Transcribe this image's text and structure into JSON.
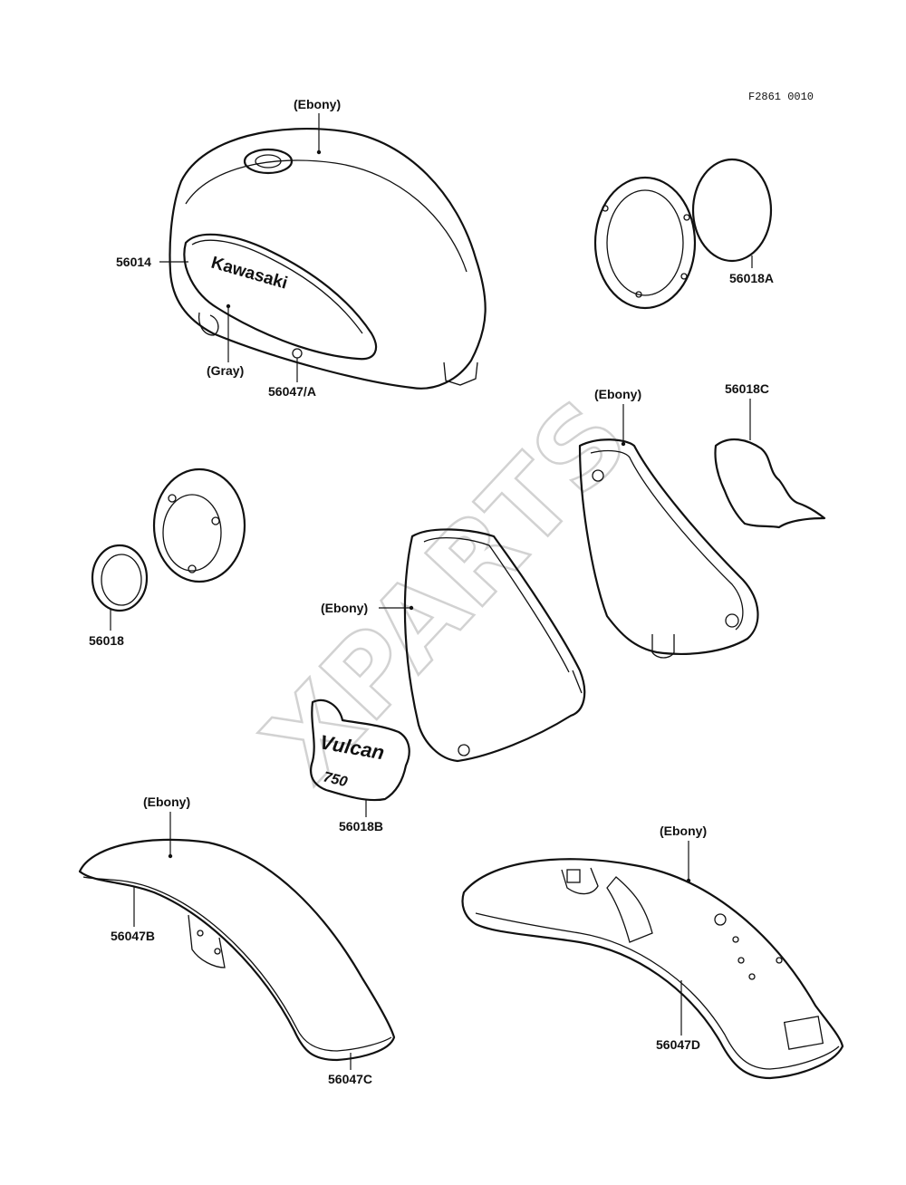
{
  "diagram_code": "F2861 0010",
  "watermark": "XPARTS",
  "labels": {
    "ebony_tank": "(Ebony)",
    "p56014": "56014",
    "gray": "(Gray)",
    "p56047A": "56047/A",
    "kawasaki_text": "Kawasaki",
    "p56018A": "56018A",
    "ebony_right_cover": "(Ebony)",
    "p56018C": "56018C",
    "p56018": "56018",
    "ebony_left_cover": "(Ebony)",
    "p56018B": "56018B",
    "vulcan_text": "Vulcan",
    "vulcan_750": "750",
    "ebony_front_fender": "(Ebony)",
    "p56047B": "56047B",
    "p56047C": "56047C",
    "ebony_rear_fender": "(Ebony)",
    "p56047D": "56047D"
  }
}
